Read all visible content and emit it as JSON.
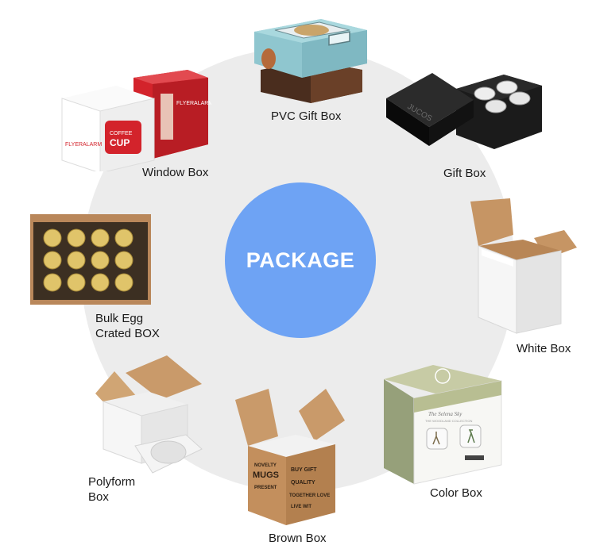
{
  "center_label": "PACKAGE",
  "packages": [
    {
      "id": "pvc-gift-box",
      "label": "PVC Gift Box",
      "icon": "pvc-gift-box-photo"
    },
    {
      "id": "gift-box",
      "label": "Gift Box",
      "icon": "gift-box-photo",
      "print": "JUCOS"
    },
    {
      "id": "white-box",
      "label": "White Box",
      "icon": "white-box-photo"
    },
    {
      "id": "color-box",
      "label": "Color Box",
      "icon": "color-box-photo",
      "print": [
        "The Selena Sky",
        "THE WOODLAND COLLECTION"
      ]
    },
    {
      "id": "brown-box",
      "label": "Brown Box",
      "icon": "brown-box-photo",
      "print": [
        "NOVELTY",
        "MUGS",
        "PRESENT",
        "QUALITY",
        "TOGETHER LOVE",
        "BUY GIFT",
        "LIVE WIT"
      ]
    },
    {
      "id": "polyform-box",
      "label_lines": [
        "Polyform",
        "Box"
      ],
      "icon": "polyform-box-photo"
    },
    {
      "id": "bulk-egg-crated-box",
      "label_lines": [
        "Bulk Egg",
        "Crated BOX"
      ],
      "icon": "bulk-egg-crate-photo"
    },
    {
      "id": "window-box",
      "label": "Window Box",
      "icon": "window-box-photo",
      "print": [
        "FLYERALARM",
        "COFFEE",
        "CUP"
      ]
    }
  ],
  "colors": {
    "ring": "#ececec",
    "hub": "#6ea3f4",
    "kraft": "#c99a6a",
    "brand_red": "#d3232b"
  }
}
